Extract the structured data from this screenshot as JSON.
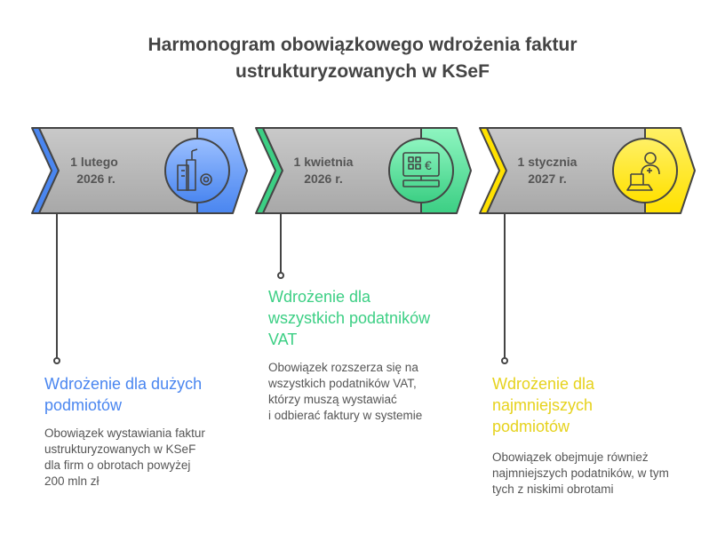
{
  "title": [
    "Harmonogram obowiązkowego wdrożenia faktur",
    "ustrukturyzowanych w KSeF"
  ],
  "stages": [
    {
      "date": [
        "1 lutego",
        "2026 r."
      ],
      "icon": "buildings-gear-icon",
      "color": "#4a86f0",
      "heading": [
        "Wdrożenie dla dużych",
        "podmiotów"
      ],
      "text": [
        "Obowiązek wystawiania faktur",
        "ustrukturyzowanych w KSeF",
        "dla firm o obrotach powyżej",
        "200 mln zł"
      ]
    },
    {
      "date": [
        "1 kwietnia",
        "2026 r."
      ],
      "icon": "computer-euro-icon",
      "color": "#3ccf84",
      "heading": [
        "Wdrożenie dla",
        "wszystkich podatników",
        "VAT"
      ],
      "text": [
        "Obowiązek rozszerza się na",
        "wszystkich podatników VAT,",
        "którzy muszą wystawiać",
        "i odbierać faktury w systemie"
      ]
    },
    {
      "date": [
        "1 stycznia",
        "2027 r."
      ],
      "icon": "user-laptop-icon",
      "color": "#e6d21c",
      "heading": [
        "Wdrożenie dla",
        "najmniejszych",
        "podmiotów"
      ],
      "text": [
        "Obowiązek obejmuje również",
        "najmniejszych podatników, w tym",
        "tych z niskimi obrotami"
      ]
    }
  ]
}
